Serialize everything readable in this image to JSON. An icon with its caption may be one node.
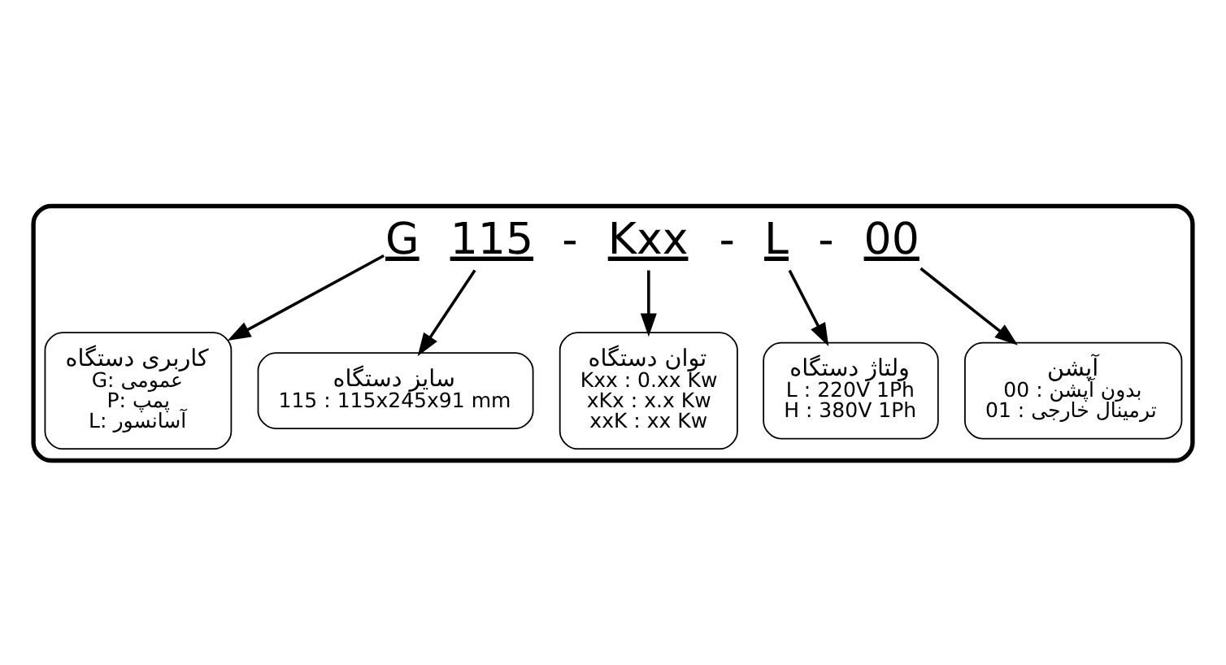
{
  "diagram": {
    "nodes": [
      {
        "text": [],
        "shape": "box"
      },
      {
        "text": [
          "G"
        ],
        "in": 0
      },
      {
        "text": [
          "115"
        ],
        "in": 0
      },
      {
        "text": [
          "Kxx"
        ],
        "in": 0
      },
      {
        "text": [
          "L"
        ],
        "in": 0
      },
      {
        "text": [
          "00"
        ],
        "in": 0
      },
      {
        "text": [
          "کاربری دستگاه",
          "G: عمومی",
          "P: پمپ",
          "L: آسانسور"
        ],
        "in": 0
      },
      {
        "text": [
          "سایز دستگاه",
          "115 : 115x245x91 mm"
        ],
        "in": 0
      },
      {
        "text": [
          "توان دستگاه",
          "Kxx : 0.xx Kw",
          "xKx : x.x Kw",
          "xxK : xx Kw"
        ],
        "in": 0
      },
      {
        "text": [
          "ولتاژ دستگاه",
          "L : 220V 1Ph",
          "H : 380V 1Ph"
        ],
        "in": 0
      },
      {
        "text": [
          "آپشن",
          "بدون آپشن : 00",
          "ترمینال خارجی : 01"
        ],
        "in": 0
      }
    ],
    "edges": [
      {
        "from": 1,
        "to": 6,
        "arrow": "to"
      },
      {
        "from": 2,
        "to": 7,
        "arrow": "to"
      },
      {
        "from": 3,
        "to": 8,
        "arrow": "to"
      },
      {
        "from": 4,
        "to": 9,
        "arrow": "to"
      },
      {
        "from": 5,
        "to": 10,
        "arrow": "to"
      }
    ],
    "labels": [
      "-",
      "-",
      "-"
    ]
  }
}
